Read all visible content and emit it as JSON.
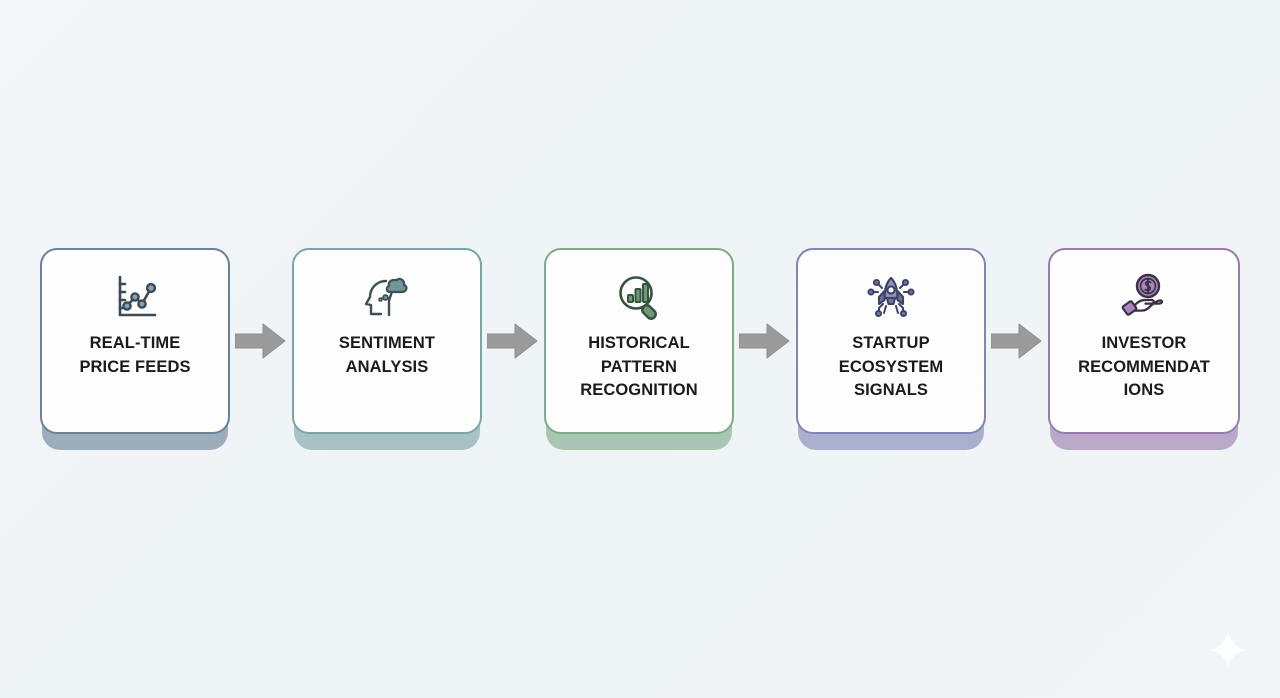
{
  "background": {
    "color_from": "#f4f7f9",
    "color_to": "#f1f5f7"
  },
  "diagram": {
    "type": "horizontal-process-flow",
    "arrow_color": "#9b9b9b",
    "steps": [
      {
        "index": 1,
        "label": "REAL-TIME\nPRICE FEEDS",
        "icon": "line-chart-icon",
        "accent": "#6b8299"
      },
      {
        "index": 2,
        "label": "SENTIMENT\nANALYSIS",
        "icon": "head-thought-bubble-icon",
        "accent": "#7ba5a8"
      },
      {
        "index": 3,
        "label": "HISTORICAL\nPATTERN\nRECOGNITION",
        "icon": "magnifier-bar-chart-icon",
        "accent": "#7fab8b"
      },
      {
        "index": 4,
        "label": "STARTUP\nECOSYSTEM\nSIGNALS",
        "icon": "rocket-network-icon",
        "accent": "#8186b5"
      },
      {
        "index": 5,
        "label": "INVESTOR\nRECOMMENDAT\nIONS",
        "icon": "hand-coin-icon",
        "accent": "#9a7bac"
      }
    ],
    "arrows": [
      {
        "from": 1,
        "to": 2,
        "icon": "arrow-right-icon"
      },
      {
        "from": 2,
        "to": 3,
        "icon": "arrow-right-icon"
      },
      {
        "from": 3,
        "to": 4,
        "icon": "arrow-right-icon"
      },
      {
        "from": 4,
        "to": 5,
        "icon": "arrow-right-icon"
      }
    ]
  },
  "watermark": {
    "icon": "sparkle-icon",
    "color": "#ffffff"
  }
}
